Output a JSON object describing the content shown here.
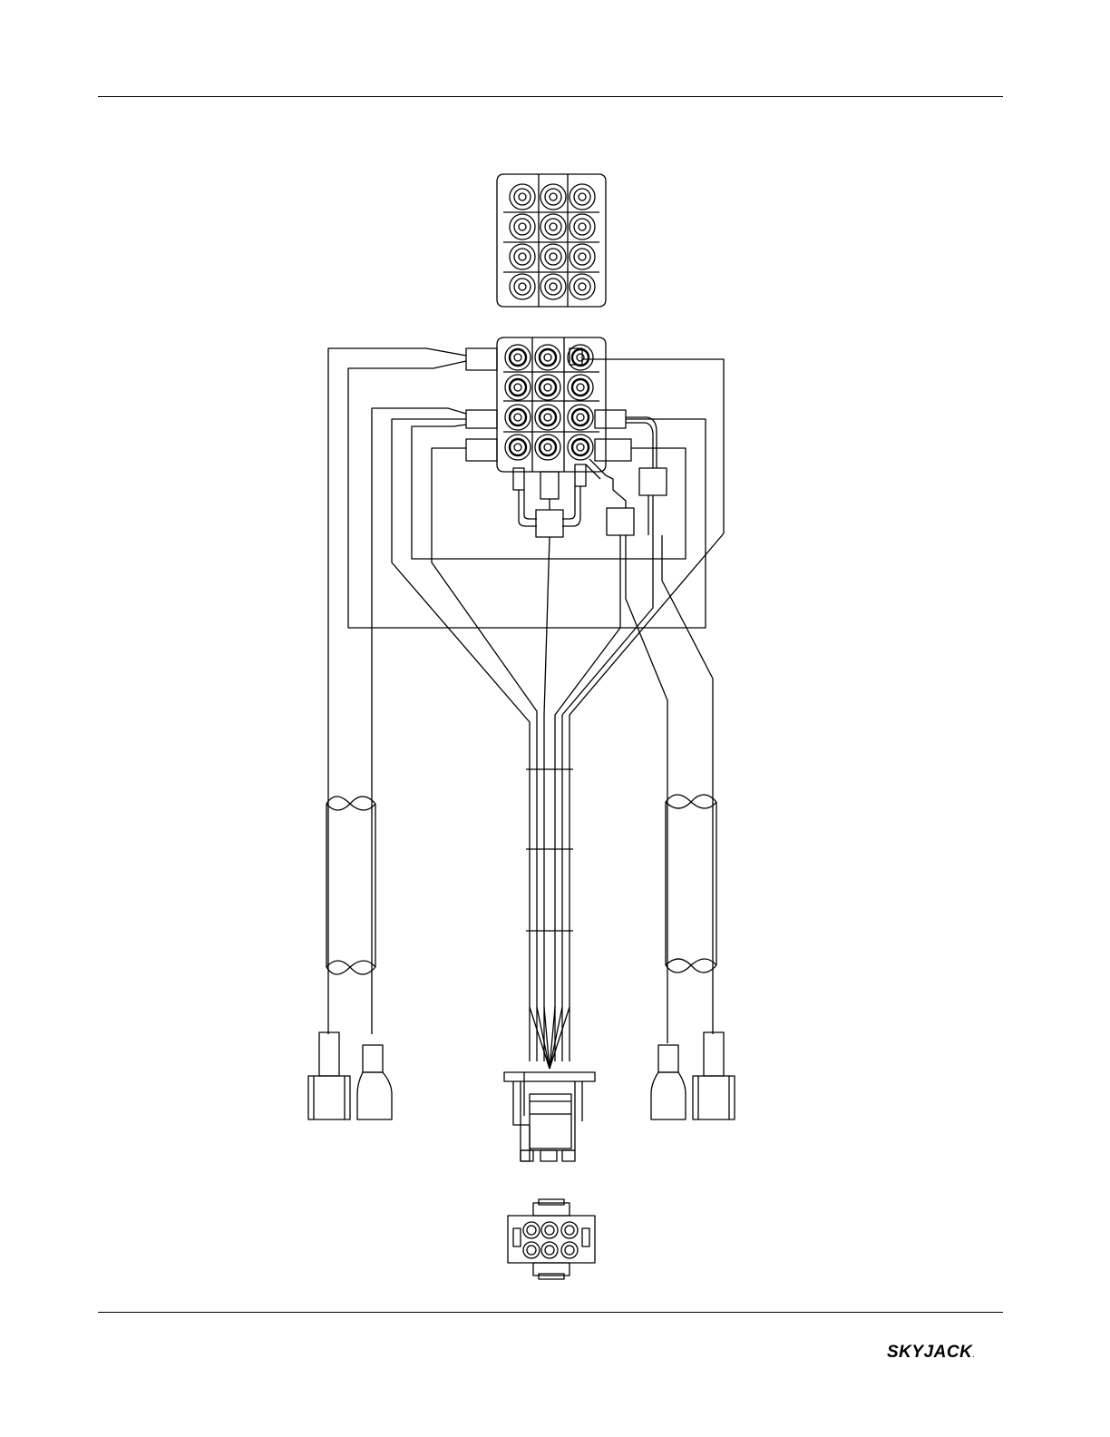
{
  "brand": {
    "logo_text": "SKYJACK",
    "trademark": "."
  },
  "colors": {
    "line": "#000000",
    "background": "#ffffff"
  },
  "diagram": {
    "components": [
      "terminal-block-top-view",
      "terminal-block-wired-view",
      "wire-harness-bundle",
      "left-conduit",
      "right-conduit",
      "left-terminal-connectors",
      "right-terminal-connectors",
      "harness-plug-side-view",
      "harness-plug-face-view"
    ]
  }
}
